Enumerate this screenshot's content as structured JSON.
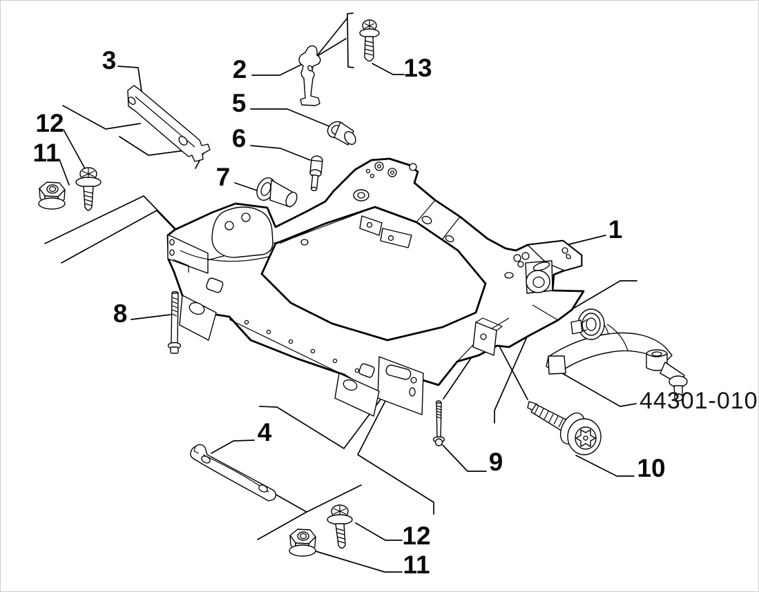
{
  "figure": {
    "background_color": "#ffffff",
    "line_color": "#000000",
    "part_code": "44301-010",
    "callouts": {
      "n1": "1",
      "n2": "2",
      "n3": "3",
      "n4": "4",
      "n5": "5",
      "n6": "6",
      "n7": "7",
      "n8": "8",
      "n9": "9",
      "n10": "10",
      "n11_top": "11",
      "n11_bottom": "11",
      "n12_top": "12",
      "n12_bottom": "12",
      "n13": "13"
    }
  }
}
